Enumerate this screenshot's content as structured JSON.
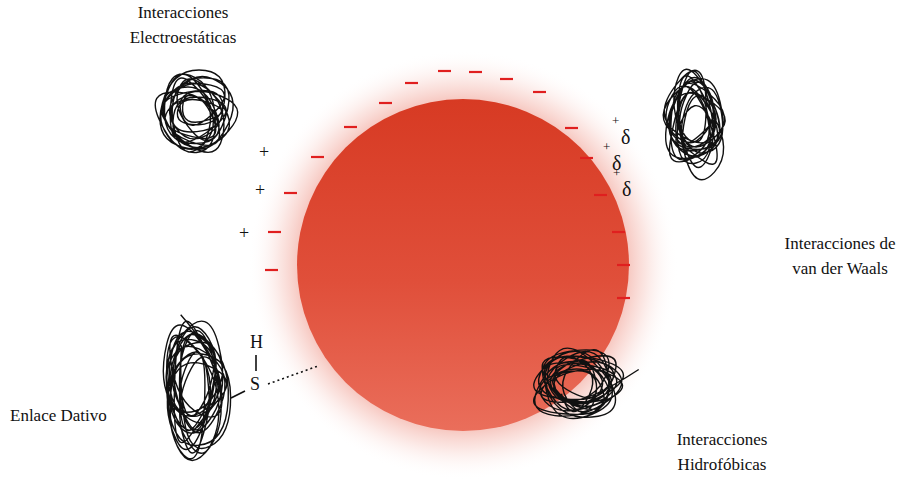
{
  "diagram": {
    "labels": [
      "Interacciones Electroestáticas",
      "+",
      "+",
      "+",
      "+",
      "δ",
      "+",
      "δ",
      "+",
      "δ",
      "Interacciones de van der Waals",
      "H",
      "S",
      "Enlace Dativo",
      "Interacciones Hidrofóbicas"
    ]
  }
}
